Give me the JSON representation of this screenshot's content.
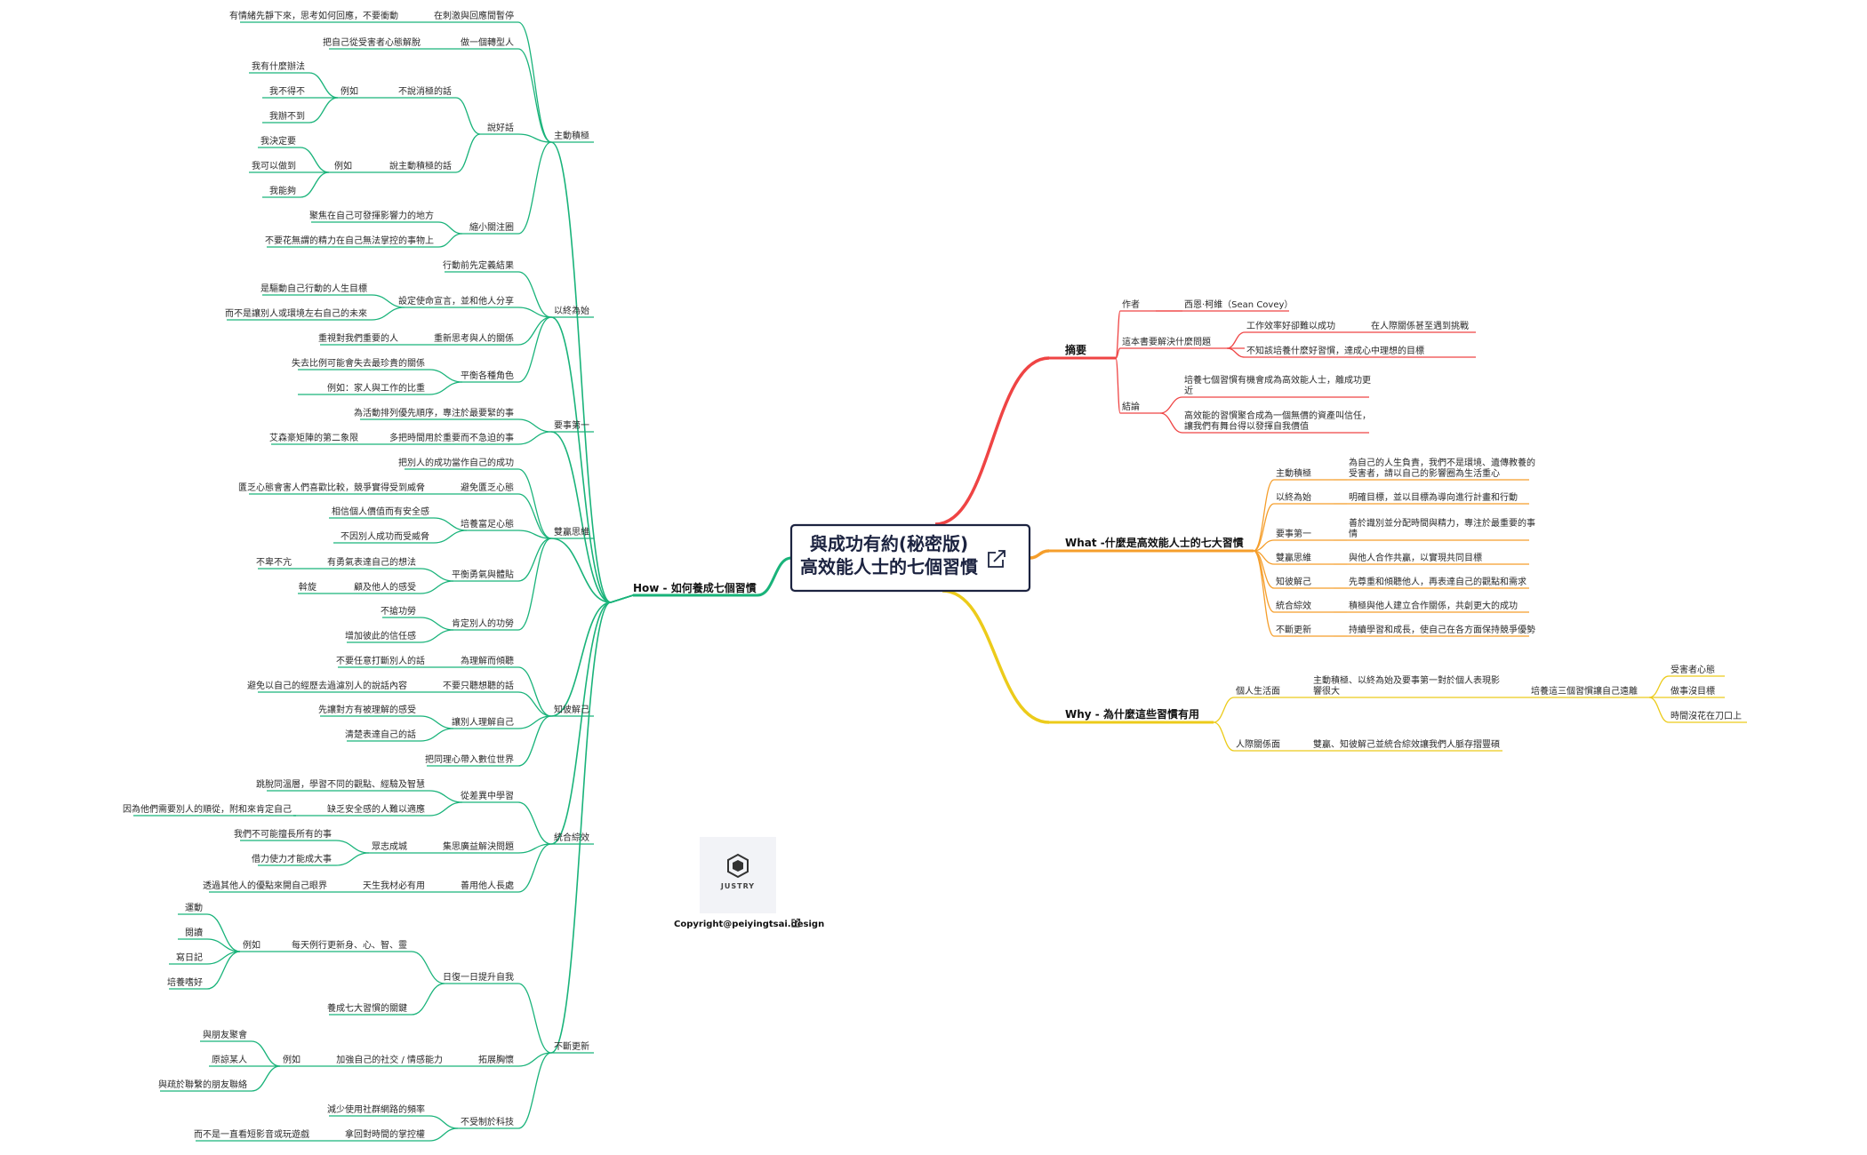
{
  "root": {
    "line1": "與成功有約(秘密版)",
    "line2": "高效能人士的七個習慣",
    "icon": "external-link-icon"
  },
  "footer": {
    "copyright": "Copyright@peiyingtsai.design",
    "logo_text": "JUSTRY",
    "icon": "external-link-icon"
  },
  "colors": {
    "how": "#19b37a",
    "summary": "#ef4444",
    "what": "#f59e2b",
    "why": "#eccb1a",
    "root_border": "#1c2340"
  },
  "branches": {
    "how": "How - 如何養成七個習慣",
    "summary": "摘要",
    "what": "What -什麼是高效能人士的七大習慣",
    "why": "Why - 為什麼這些習慣有用"
  },
  "nodes": {
    "n1": "在刺激與回應間暫停",
    "n1a": "有情緒先靜下來，思考如何回應，不要衝動",
    "n2": "做一個轉型人",
    "n2a": "把自己從受害者心態解脫",
    "n3": "說好話",
    "n3a": "不說消極的話",
    "n3a_e": "例如",
    "n3a_e1": "我有什麼辦法",
    "n3a_e2": "我不得不",
    "n3a_e3": "我辦不到",
    "n3b": "說主動積極的話",
    "n3b_e": "例如",
    "n3b_e1": "我決定要",
    "n3b_e2": "我可以做到",
    "n3b_e3": "我能夠",
    "n4": "縮小關注圈",
    "n4a": "聚焦在自己可發揮影響力的地方",
    "n4b": "不要花無謂的精力在自己無法掌控的事物上",
    "h1": "主動積極",
    "b1": "行動前先定義結果",
    "b2": "設定使命宣言，並和他人分享",
    "b2a": "是驅動自己行動的人生目標",
    "b2b": "而不是讓別人或環境左右自己的未來",
    "b3": "重新思考與人的關係",
    "b3a": "重視對我們重要的人",
    "b4": "平衡各種角色",
    "b4a": "失去比例可能會失去最珍貴的關係",
    "b4b": "例如：家人與工作的比重",
    "h2": "以終為始",
    "c1": "為活動排列優先順序，專注於最要緊的事",
    "c2": "多把時間用於重要而不急迫的事",
    "c2a": "艾森豪矩陣的第二象限",
    "h3": "要事第一",
    "d1": "把別人的成功當作自己的成功",
    "d2": "避免匱乏心態",
    "d2a": "匱乏心態會害人們喜歡比較，競爭實得受到威脅",
    "d3": "培養富足心態",
    "d3a": "相信個人價值而有安全感",
    "d3b": "不因別人成功而受威脅",
    "d4": "平衡勇氣與體貼",
    "d4a": "有勇氣表達自己的想法",
    "d4a1": "不卑不亢",
    "d4b": "顧及他人的感受",
    "d4b1": "斡旋",
    "d5": "肯定別人的功勞",
    "d5a": "不搶功勞",
    "d5b": "增加彼此的信任感",
    "h4": "雙贏思維",
    "e1": "為理解而傾聽",
    "e1a": "不要任意打斷別人的話",
    "e2": "不要只聽想聽的話",
    "e2a": "避免以自己的經歷去過濾別人的說話內容",
    "e3": "讓別人理解自己",
    "e3a": "先讓對方有被理解的感受",
    "e3b": "清楚表達自己的話",
    "e4": "把同理心帶入數位世界",
    "h5": "知彼解己",
    "f1": "從差異中學習",
    "f1a": "跳脫同溫層，學習不同的觀點、經驗及智慧",
    "f1b": "缺乏安全感的人難以適應",
    "f1b1": "因為他們需要別人的順從，附和來肯定自己",
    "f2": "集思廣益解決問題",
    "f2a": "眾志成城",
    "f2a1": "我們不可能擅長所有的事",
    "f2a2": "借力使力才能成大事",
    "f3": "善用他人長處",
    "f3a": "天生我材必有用",
    "f3a1": "透過其他人的優點來開自己眼界",
    "h6": "統合綜效",
    "g1": "日復一日提升自我",
    "g1a": "每天例行更新身、心、智、靈",
    "g1a_e": "例如",
    "g1a_e1": "運動",
    "g1a_e2": "閱讀",
    "g1a_e3": "寫日記",
    "g1a_e4": "培養嗜好",
    "g1b": "養成七大習慣的關鍵",
    "g2": "拓展胸懷",
    "g2a": "加強自己的社交 / 情感能力",
    "g2a_e": "例如",
    "g2a_e1": "與朋友聚會",
    "g2a_e2": "原諒某人",
    "g2a_e3": "與疏於聯繫的朋友聯絡",
    "g3": "不受制於科技",
    "g3a": "減少使用社群網路的頻率",
    "g3b": "拿回對時間的掌控權",
    "g3b1": "而不是一直看短影音或玩遊戲",
    "h7": "不斷更新",
    "s1": "作者",
    "s1a": "西恩·柯維（Sean Covey）",
    "s2": "這本書要解決什麼問題",
    "s2a": "工作效率好卻難以成功",
    "s2a1": "在人際關係甚至遇到挑戰",
    "s2b": "不知該培養什麼好習慣，達成心中理想的目標",
    "s3": "結論",
    "s3a_l1": "培養七個習慣有機會成為高效能人士，離成功更",
    "s3a_l2": "近",
    "s3b_l1": "高效能的習慣聚合成為一個無價的資產叫信任，",
    "s3b_l2": "讓我們有舞台得以發揮自我價值",
    "w1": "主動積極",
    "w1a_l1": "為自己的人生負責，我們不是環境、遺傳教養的",
    "w1a_l2": "受害者，請以自己的影響圈為生活重心",
    "w2": "以終為始",
    "w2a": "明確目標，並以目標為導向進行計畫和行動",
    "w3": "要事第一",
    "w3a_l1": "善於識別並分配時間與精力，專注於最重要的事",
    "w3a_l2": "情",
    "w4": "雙贏思維",
    "w4a": "與他人合作共贏，以實現共同目標",
    "w5": "知彼解己",
    "w5a": "先尊重和傾聽他人，再表達自己的觀點和需求",
    "w6": "統合綜效",
    "w6a": "積極與他人建立合作關係，共創更大的成功",
    "w7": "不斷更新",
    "w7a": "持續學習和成長，使自己在各方面保持競爭優勢",
    "y1": "個人生活面",
    "y1a_l1": "主動積極、以終為始及要事第一對於個人表現影",
    "y1a_l2": "響很大",
    "y1b": "培養這三個習慣讓自己遠離",
    "y1b1": "受害者心態",
    "y1b2": "做事沒目標",
    "y1b3": "時間沒花在刀口上",
    "y2": "人際關係面",
    "y2a": "雙贏、知彼解己並統合綜效讓我們人脈存摺豐碩"
  }
}
